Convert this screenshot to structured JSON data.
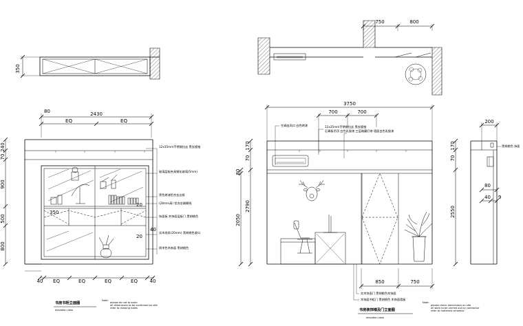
{
  "plan_left": {
    "dim_depth": "350"
  },
  "plan_right": {
    "dim_a": "750",
    "dim_b": "800"
  },
  "elev_left": {
    "dim_top_a": "80",
    "dim_total": "2430",
    "dim_eq_1": "EQ",
    "dim_eq_2": "EQ",
    "side_dims": [
      "240",
      "70",
      "900",
      "500",
      "800"
    ],
    "inner_dims": [
      "350",
      "40",
      "20"
    ],
    "bottom_dims": [
      "40",
      "EQ",
      "EQ",
      "EQ",
      "EQ",
      "40"
    ],
    "right_dim_20": "20",
    "labels": [
      "12x35mm不锈钢拉丝 黑钛镀铬",
      "玻璃层板夹具钢化玻璃(5mm)",
      "黑色烤漆铝合金边框",
      "(28mm高) 铝合金踢脚线",
      "饰面板 木饰面层板门 黑胡桃色",
      "实木线条(20mm) 黑胡桃色收口",
      "原木色木饰面 黑胡桃色"
    ],
    "title": "书房书柜立面图",
    "subtitle": "elevation view",
    "notes": [
      "Note:",
      "please do not to scale",
      "all dimensions to be confirmed on site",
      "refer to drawing notes"
    ]
  },
  "elev_mid": {
    "dim_total": "3750",
    "dim_a": "700",
    "dim_b": "700",
    "left_dims": [
      "170",
      "70",
      "80",
      "2790",
      "2050"
    ],
    "bottom_dims": [
      "850",
      "750"
    ],
    "labels": [
      "空调出风口 白色烤漆",
      "12x35mm不锈钢拉丝 黑钛镀铬",
      "石膏板吊顶 白色乳胶漆 三层暗藏灯带 墙面白色乳胶漆"
    ],
    "bottom_labels": [
      "实木饰面门 黑胡桃色木饰面",
      "木饰面书柜门 黑胡桃色 木饰面墙板"
    ],
    "title": "书房装饰墙及门立面图",
    "subtitle": "elevation view",
    "notes": [
      "Note:",
      "please check dimensions on site",
      "all work to be carried out by contractor",
      "refer to materials schedule"
    ]
  },
  "elev_right": {
    "dim_top": "200",
    "side_dims": [
      "170",
      "70",
      "2550"
    ],
    "inner_dims": [
      "80",
      "40",
      "9"
    ],
    "label": "黑胡桃色 饰面"
  }
}
